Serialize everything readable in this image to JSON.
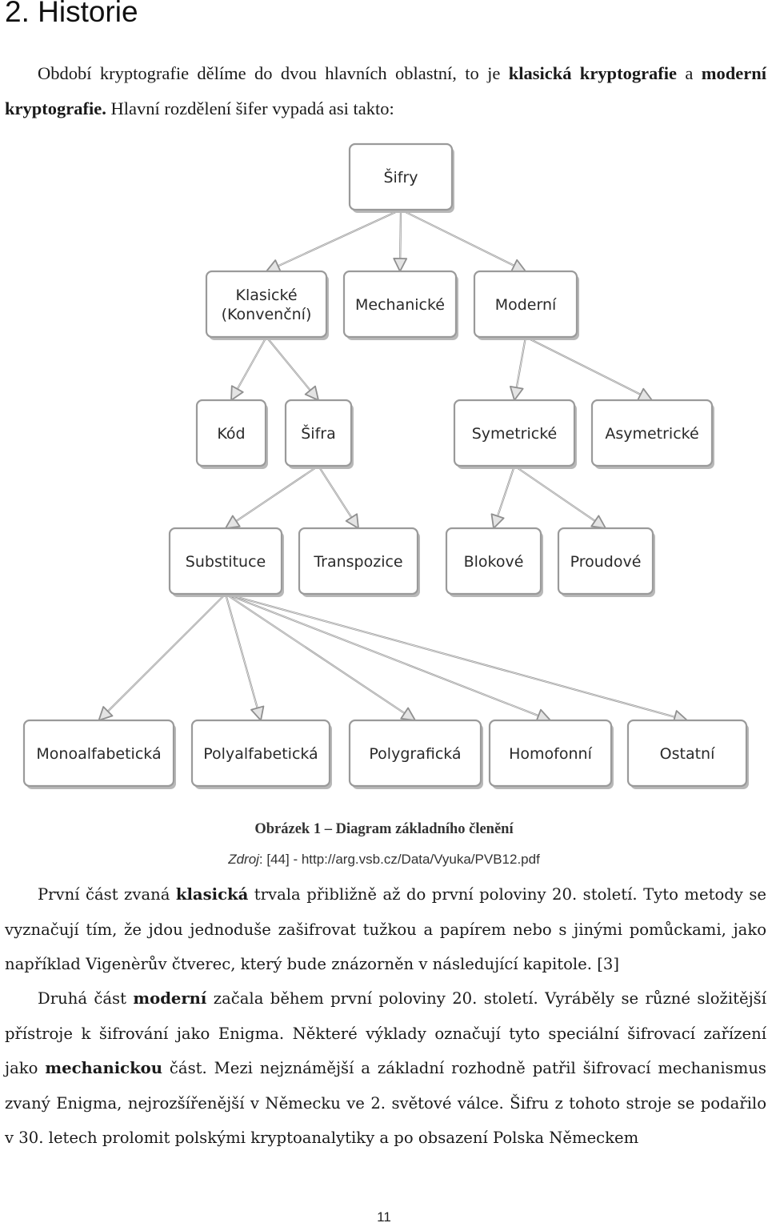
{
  "heading": "2. Historie",
  "intro": {
    "part1": "Období kryptografie dělíme do dvou hlavních oblastní, to je ",
    "bold1": "klasická kryptografie",
    "part2": " a ",
    "bold2": "moderní kryptografie.",
    "part3": " Hlavní rozdělení šifer vypadá asi takto:"
  },
  "diagram": {
    "nodes": [
      {
        "id": "root",
        "lines": [
          "Šifry"
        ]
      },
      {
        "id": "klasicke",
        "lines": [
          "Klasické",
          "(Konvenční)"
        ]
      },
      {
        "id": "mechanicke",
        "lines": [
          "Mechanické"
        ]
      },
      {
        "id": "moderni",
        "lines": [
          "Moderní"
        ]
      },
      {
        "id": "kod",
        "lines": [
          "Kód"
        ]
      },
      {
        "id": "sifra",
        "lines": [
          "Šifra"
        ]
      },
      {
        "id": "symetricke",
        "lines": [
          "Symetrické"
        ]
      },
      {
        "id": "asymetricke",
        "lines": [
          "Asymetrické"
        ]
      },
      {
        "id": "substituce",
        "lines": [
          "Substituce"
        ]
      },
      {
        "id": "transpozice",
        "lines": [
          "Transpozice"
        ]
      },
      {
        "id": "blokove",
        "lines": [
          "Blokové"
        ]
      },
      {
        "id": "proudove",
        "lines": [
          "Proudové"
        ]
      },
      {
        "id": "monoalfabeticka",
        "lines": [
          "Monoalfabetická"
        ]
      },
      {
        "id": "polyalfabeticka",
        "lines": [
          "Polyalfabetická"
        ]
      },
      {
        "id": "polygraficka",
        "lines": [
          "Polygrafická"
        ]
      },
      {
        "id": "homofonni",
        "lines": [
          "Homofonní"
        ]
      },
      {
        "id": "ostatni",
        "lines": [
          "Ostatní"
        ]
      }
    ],
    "edges": [
      [
        "root",
        "klasicke"
      ],
      [
        "root",
        "mechanicke"
      ],
      [
        "root",
        "moderni"
      ],
      [
        "klasicke",
        "kod"
      ],
      [
        "klasicke",
        "sifra"
      ],
      [
        "moderni",
        "symetricke"
      ],
      [
        "moderni",
        "asymetricke"
      ],
      [
        "sifra",
        "substituce"
      ],
      [
        "sifra",
        "transpozice"
      ],
      [
        "symetricke",
        "blokove"
      ],
      [
        "symetricke",
        "proudove"
      ],
      [
        "substituce",
        "monoalfabeticka"
      ],
      [
        "substituce",
        "polyalfabeticka"
      ],
      [
        "substituce",
        "polygraficka"
      ],
      [
        "substituce",
        "homofonni"
      ],
      [
        "substituce",
        "ostatni"
      ]
    ]
  },
  "caption": {
    "title": "Obrázek 1 – Diagram základního členění",
    "source_label": "Zdroj",
    "source_text": ": [44] - http://arg.vsb.cz/Data/Vyuka/PVB12.pdf"
  },
  "p1": {
    "a": "První část zvaná ",
    "b": "klasická",
    "c": " trvala přibližně až do první poloviny 20. století. Tyto metody se vyznačují tím, že jdou jednoduše zašifrovat tužkou a papírem nebo s jinými pomůckami, jako například Vigenèrův čtverec, který bude znázorněn v následující kapitole. [3]"
  },
  "p2": {
    "a": "Druhá část ",
    "b": "moderní",
    "c": " začala během první poloviny 20. století. Vyráběly se různé složitější přístroje k šifrování jako Enigma. Některé výklady označují tyto speciální šifrovací zařízení jako ",
    "d": "mechanickou",
    "e": " část. Mezi nejznámější a základní rozhodně patřil šifrovací mechanismus zvaný Enigma, nejrozšířenější v Německu ve 2. světové válce. Šifru z tohoto stroje se podařilo v 30. letech prolomit polskými kryptoanalytiky a po obsazení Polska Německem"
  },
  "page_number": "11"
}
